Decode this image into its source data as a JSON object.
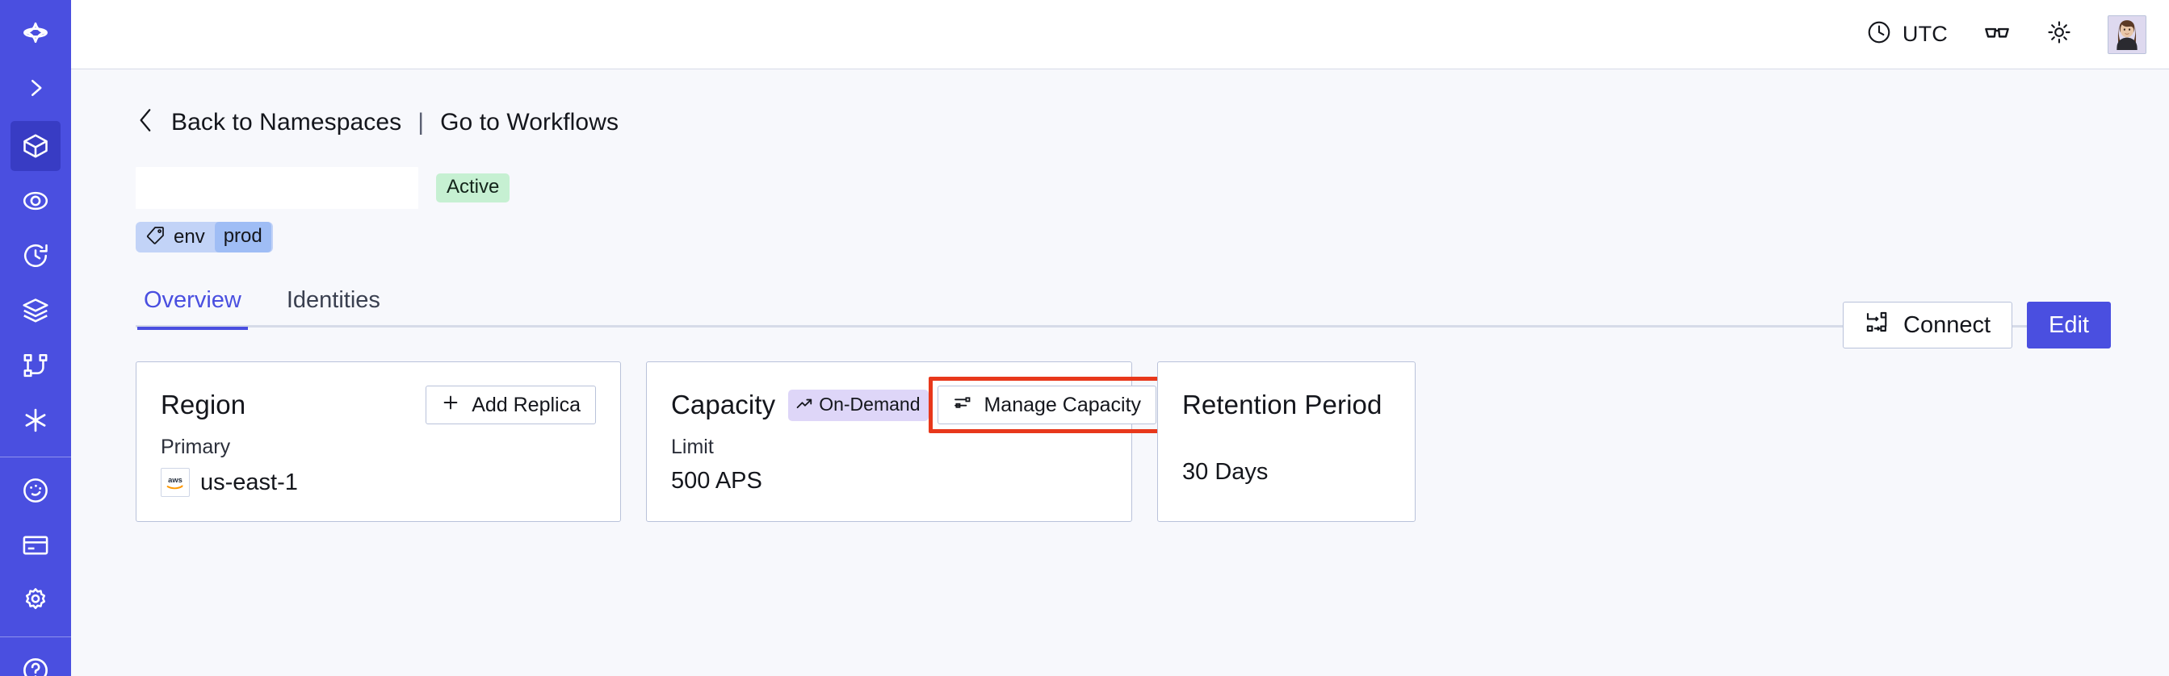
{
  "rail": {
    "items": [
      {
        "name": "logo-icon",
        "label": "Temporal Logo",
        "active": false
      },
      {
        "name": "chevron-right-icon",
        "label": "Expand Navigation",
        "active": false
      },
      {
        "name": "cube-icon",
        "label": "Namespaces",
        "active": true
      },
      {
        "name": "eye-icon",
        "label": "Observability",
        "active": false
      },
      {
        "name": "history-icon",
        "label": "Schedules",
        "active": false
      },
      {
        "name": "layers-icon",
        "label": "Batch Operations",
        "active": false
      },
      {
        "name": "sitemap-icon",
        "label": "Workflows",
        "active": false
      },
      {
        "name": "asterisk-icon",
        "label": "Nexus",
        "active": false
      },
      {
        "name": "gauge-icon",
        "label": "Usage",
        "active": false
      },
      {
        "name": "credit-card-icon",
        "label": "Billing",
        "active": false
      },
      {
        "name": "gear-icon",
        "label": "Settings",
        "active": false
      },
      {
        "name": "help-icon",
        "label": "Help",
        "active": false
      }
    ]
  },
  "topbar": {
    "timezone_label": "UTC",
    "clock_icon": "clock-icon",
    "glasses_icon": "glasses-icon",
    "theme_icon": "sun-icon",
    "avatar_icon": "user-avatar"
  },
  "breadcrumb": {
    "back_icon": "chevron-left-icon",
    "back_label": "Back to Namespaces",
    "separator": "|",
    "link_label": "Go to Workflows"
  },
  "header": {
    "namespace_title": "",
    "status_badge": "Active",
    "tag": {
      "icon": "tag-icon",
      "key": "env",
      "value": "prod"
    },
    "connect_label": "Connect",
    "connect_icon": "connect-icon",
    "edit_label": "Edit"
  },
  "tabs": [
    {
      "label": "Overview",
      "active": true
    },
    {
      "label": "Identities",
      "active": false
    }
  ],
  "cards": {
    "region": {
      "title": "Region",
      "action_label": "Add Replica",
      "action_icon": "plus-icon",
      "sub_label": "Primary",
      "provider_icon": "aws-icon",
      "value": "us-east-1"
    },
    "capacity": {
      "title": "Capacity",
      "badge_label": "On-Demand",
      "badge_icon": "trending-up-icon",
      "action_label": "Manage Capacity",
      "action_icon": "sliders-icon",
      "action_highlighted": true,
      "sub_label": "Limit",
      "value": "500 APS"
    },
    "retention": {
      "title": "Retention Period",
      "value": "30  Days"
    }
  },
  "colors": {
    "brand": "#4a4fe0",
    "rail_active": "#383cc4",
    "page_bg": "#f7f8fc",
    "card_border": "#b9c2da",
    "status_active_bg": "#c6f0d2",
    "tag_bg": "#c2d3f7",
    "tag_value_bg": "#9fbdf5",
    "badge_ondemand_bg": "#ded6f8",
    "highlight": "#e8381b"
  }
}
